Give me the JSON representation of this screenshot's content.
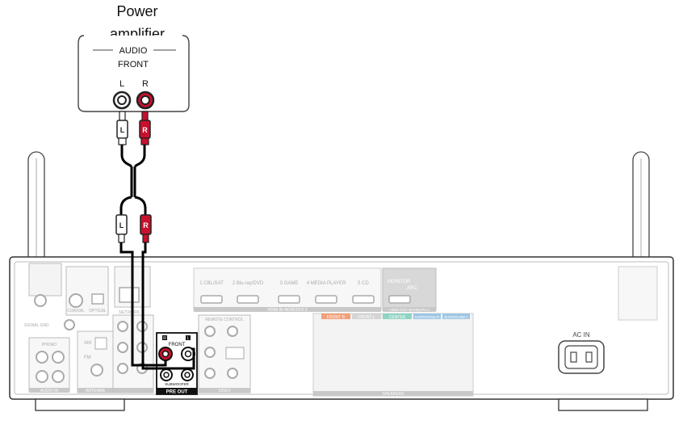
{
  "amplifier": {
    "title_line1": "Power",
    "title_line2": "amplifier",
    "section": "AUDIO",
    "channel": "FRONT",
    "left_label": "L",
    "right_label": "R"
  },
  "plug_labels": {
    "left": "L",
    "right": "R"
  },
  "receiver": {
    "hdmi_in": [
      "1 CBL/SAT",
      "2 Blu-ray/DVD",
      "3 GAME",
      "4 MEDIA PLAYER",
      "5 CD"
    ],
    "hdmi_in_caption": "HDMI IN 4K/HDCP2.3",
    "monitor_label": "MONITOR",
    "arc_label": "ARC",
    "hdmi_out_caption": "HDMI OUT 4K/HDCP2.3",
    "speaker_groups": [
      "FRONT R",
      "FRONT L",
      "CENTER",
      "SURROUND R",
      "SURROUND L"
    ],
    "speakers_caption": "SPEAKERS",
    "ac_in_label": "AC IN",
    "pre_out": {
      "front_label": "FRONT",
      "left": "L",
      "right": "R",
      "subwoofer_label": "SUBWOOFER",
      "caption": "PRE OUT"
    },
    "remote_control_label": "REMOTE CONTROL",
    "audio_in_label": "AUDIO IN",
    "antenna_label": "ANTENNA",
    "phono_label": "PHONO",
    "signal_gnd_label": "SIGNAL GND",
    "optical_label": "OPTICAL",
    "coaxial_label": "COAXIAL",
    "network_label": "NETWORK",
    "video_label": "VIDEO",
    "am_label": "AM",
    "fm_label": "FM"
  },
  "colors": {
    "right_channel": "#c8102e",
    "cable": "#000000",
    "outline": "#333333",
    "receiver_gray": "#bcbcbc"
  }
}
